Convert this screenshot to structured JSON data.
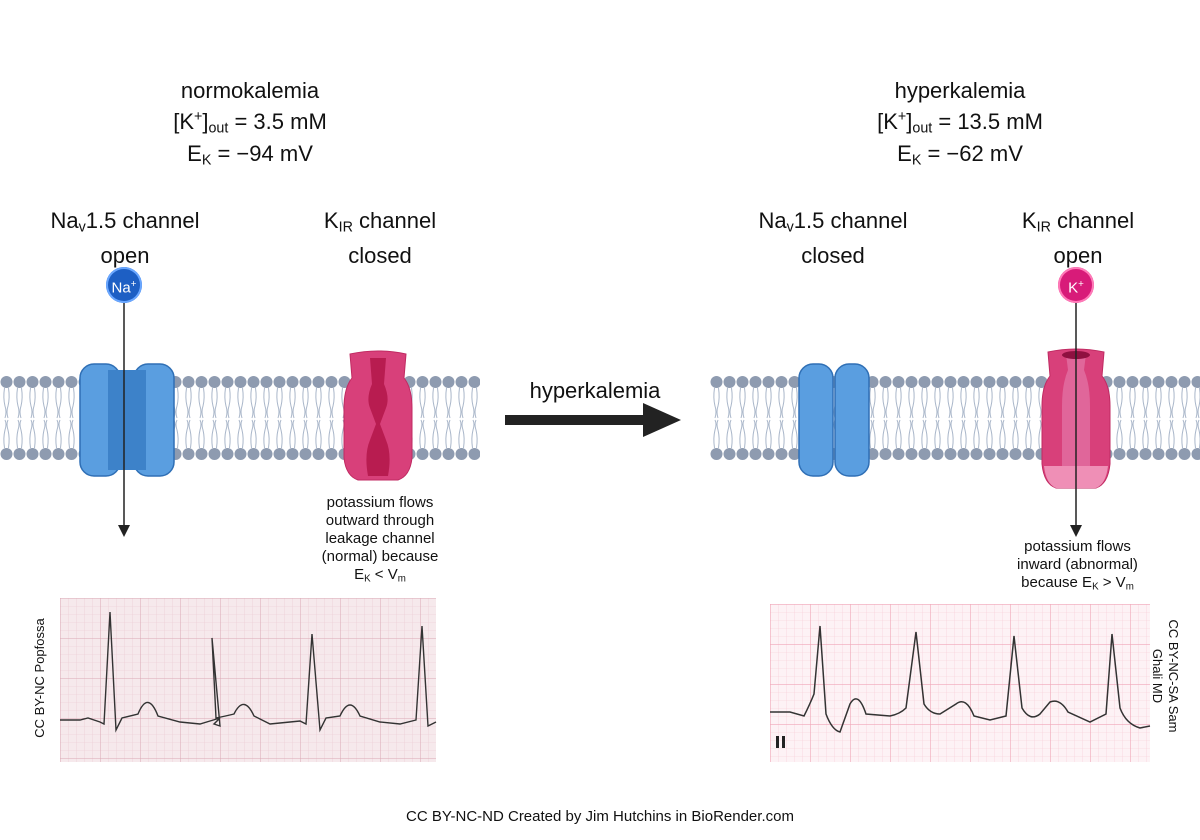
{
  "left": {
    "condition": "normokalemia",
    "k_out_label": "[K",
    "k_out_sup": "+",
    "k_out_bracket": "]",
    "k_out_sub": "out",
    "k_out_value": " = 3.5 mM",
    "ek_label": "E",
    "ek_sub": "K",
    "ek_value": " = −94 mV",
    "nav": {
      "name_a": "Na",
      "name_sub": "v",
      "name_b": "1.5 channel",
      "state": "open"
    },
    "kir": {
      "name_a": "K",
      "name_sub": "IR",
      "name_b": " channel",
      "state": "closed"
    },
    "ion": {
      "symbol": "Na",
      "charge": "+",
      "color": "#1d5fc4"
    },
    "note": {
      "line1": "potassium flows",
      "line2": "outward through",
      "line3": "leakage channel",
      "line4": "(normal) because",
      "line5_a": "E",
      "line5_sub1": "K",
      "line5_b": " < V",
      "line5_sub2": "m"
    },
    "ecg_credit": "CC BY-NC Popfossa"
  },
  "arrow": {
    "label": "hyperkalemia"
  },
  "right": {
    "condition": "hyperkalemia",
    "k_out_label": "[K",
    "k_out_sup": "+",
    "k_out_bracket": "]",
    "k_out_sub": "out",
    "k_out_value": " = 13.5 mM",
    "ek_label": "E",
    "ek_sub": "K",
    "ek_value": " = −62 mV",
    "nav": {
      "name_a": "Na",
      "name_sub": "v",
      "name_b": "1.5 channel",
      "state": "closed"
    },
    "kir": {
      "name_a": "K",
      "name_sub": "IR",
      "name_b": " channel",
      "state": "open"
    },
    "ion": {
      "symbol": "K",
      "charge": "+",
      "color": "#d81b79"
    },
    "note": {
      "line1": "potassium flows",
      "line2": "inward (abnormal)",
      "line3_a": "because E",
      "line3_sub1": "K",
      "line3_b": " > V",
      "line3_sub2": "m"
    },
    "ecg_credit_line1": "CC BY-NC-SA Sam",
    "ecg_credit_line2": "Ghali MD",
    "ecg_lead": "II"
  },
  "footer": {
    "credit": "CC BY-NC-ND Created by Jim Hutchins in BioRender.com"
  },
  "colors": {
    "nav_channel": "#5a9ee0",
    "kir_channel": "#d8407a",
    "membrane_head": "#8e9bb0",
    "ecg_grid": "#f0a6b8"
  }
}
